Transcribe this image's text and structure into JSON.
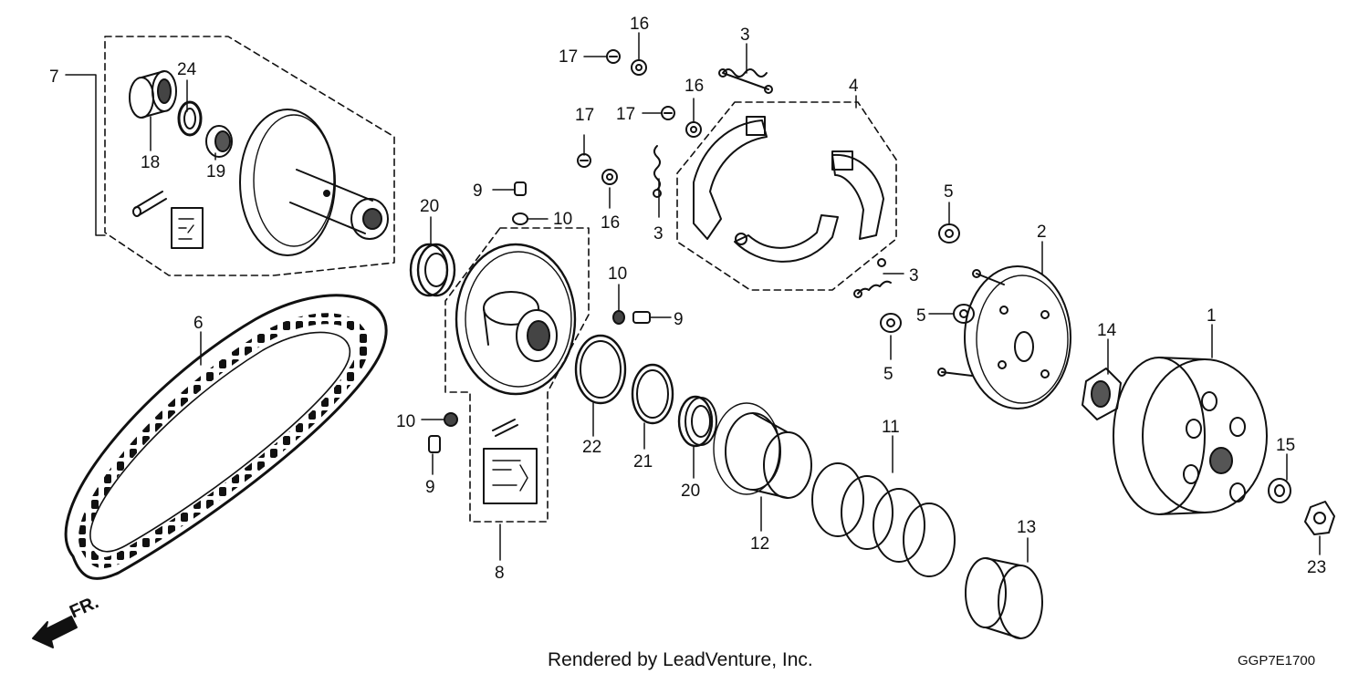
{
  "diagram": {
    "direction_label": "FR.",
    "credit": "Rendered by LeadVenture, Inc.",
    "code": "GGP7E1700",
    "callouts": [
      {
        "id": "c7",
        "text": "7"
      },
      {
        "id": "c24",
        "text": "24"
      },
      {
        "id": "c18",
        "text": "18"
      },
      {
        "id": "c19",
        "text": "19"
      },
      {
        "id": "c17a",
        "text": "17"
      },
      {
        "id": "c16a",
        "text": "16"
      },
      {
        "id": "c3a",
        "text": "3"
      },
      {
        "id": "c17b",
        "text": "17"
      },
      {
        "id": "c17c",
        "text": "17"
      },
      {
        "id": "c16b",
        "text": "16"
      },
      {
        "id": "c4",
        "text": "4"
      },
      {
        "id": "c9a",
        "text": "9"
      },
      {
        "id": "c10a",
        "text": "10"
      },
      {
        "id": "c16c",
        "text": "16"
      },
      {
        "id": "c3b",
        "text": "3"
      },
      {
        "id": "c20a",
        "text": "20"
      },
      {
        "id": "c5a",
        "text": "5"
      },
      {
        "id": "c2",
        "text": "2"
      },
      {
        "id": "c3c",
        "text": "3"
      },
      {
        "id": "c10b",
        "text": "10"
      },
      {
        "id": "c9b",
        "text": "9"
      },
      {
        "id": "c5b",
        "text": "5"
      },
      {
        "id": "c6",
        "text": "6"
      },
      {
        "id": "c14",
        "text": "14"
      },
      {
        "id": "c1",
        "text": "1"
      },
      {
        "id": "c5c",
        "text": "5"
      },
      {
        "id": "c10c",
        "text": "10"
      },
      {
        "id": "c11",
        "text": "11"
      },
      {
        "id": "c22",
        "text": "22"
      },
      {
        "id": "c21",
        "text": "21"
      },
      {
        "id": "c15",
        "text": "15"
      },
      {
        "id": "c9c",
        "text": "9"
      },
      {
        "id": "c20b",
        "text": "20"
      },
      {
        "id": "c12",
        "text": "12"
      },
      {
        "id": "c13",
        "text": "13"
      },
      {
        "id": "c23",
        "text": "23"
      },
      {
        "id": "c8",
        "text": "8"
      }
    ]
  }
}
